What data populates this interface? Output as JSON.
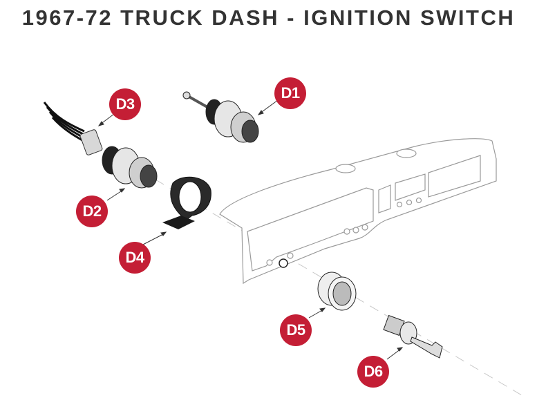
{
  "title": "1967-72 TRUCK DASH - IGNITION SWITCH",
  "badge_color": "#c41e35",
  "callouts": [
    {
      "id": "D1",
      "label": "D1",
      "part": "ignition-switch-with-stud"
    },
    {
      "id": "D2",
      "label": "D2",
      "part": "ignition-switch"
    },
    {
      "id": "D3",
      "label": "D3",
      "part": "wiring-connector"
    },
    {
      "id": "D4",
      "label": "D4",
      "part": "switch-bracket"
    },
    {
      "id": "D5",
      "label": "D5",
      "part": "bezel-nut"
    },
    {
      "id": "D6",
      "label": "D6",
      "part": "lock-cylinder-and-key"
    }
  ]
}
